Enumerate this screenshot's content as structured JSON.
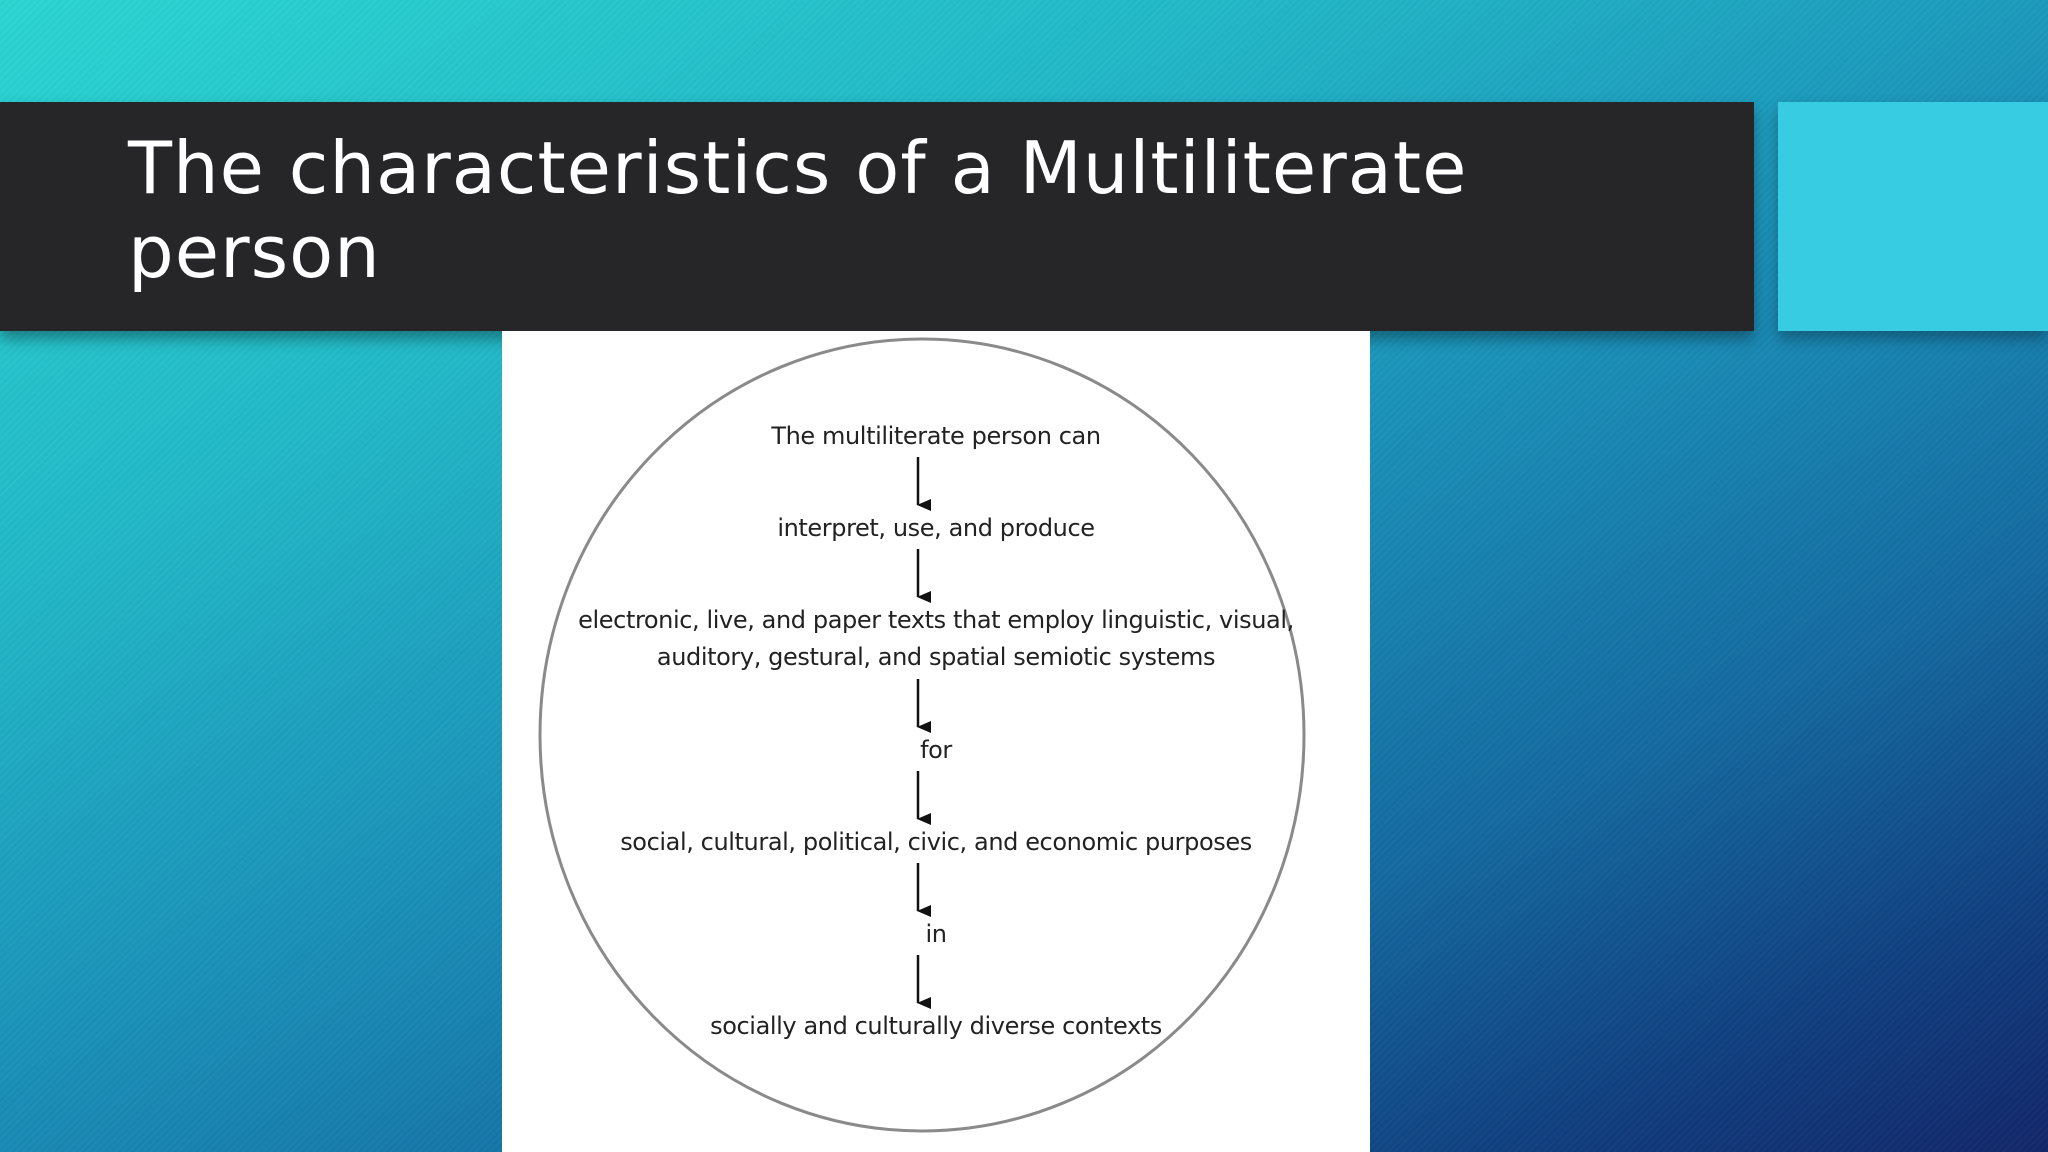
{
  "slide": {
    "title": "The characteristics of a Multiliterate person"
  },
  "diagram": {
    "steps": [
      "The multiliterate person can",
      "interpret, use, and produce",
      "electronic, live, and paper texts that employ linguistic, visual, auditory, gestural, and spatial semiotic systems",
      "for",
      "social, cultural, political, civic, and economic purposes",
      "in",
      "socially and culturally diverse contexts"
    ],
    "step3_lines": [
      "electronic, live, and paper texts that employ linguistic, visual,",
      "auditory, gestural, and spatial semiotic systems"
    ]
  },
  "colors": {
    "title_bar": "#262528",
    "accent_block": "#38cce3",
    "background_start": "#2bd6d2",
    "background_end": "#12276a"
  }
}
